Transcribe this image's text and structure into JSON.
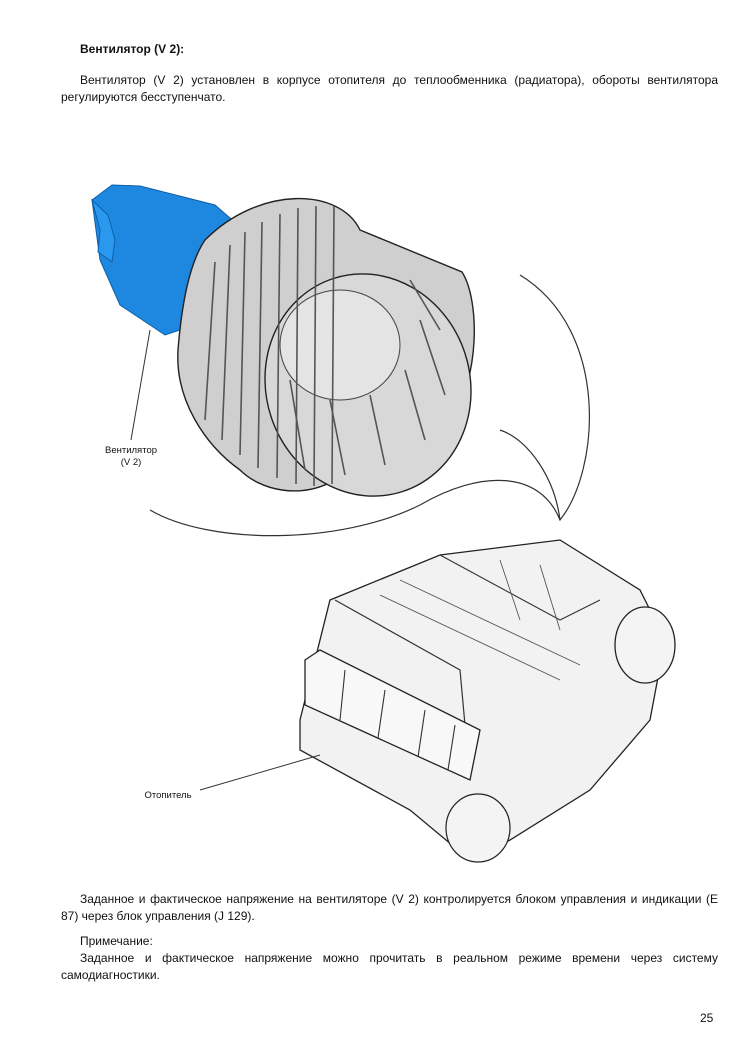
{
  "heading": "Вентилятор (V 2):",
  "intro": "Вентилятор (V 2) установлен в корпусе отопителя до теплообменника (радиатора), обороты вентилятора регулируются бесступенчато.",
  "figure": {
    "fan_label_line1": "Вентилятор",
    "fan_label_line2": "(V 2)",
    "heater_label": "Отопитель",
    "colors": {
      "motor": "#1e88e0",
      "fan_body": "#cfcfcf",
      "outline": "#222222"
    }
  },
  "voltage_text": "Заданное и фактическое напряжение на вентиляторе (V 2) контролируется блоком управления и индикации (E 87) через блок управления (J 129).",
  "note_label": "Примечание:",
  "note_text": "Заданное и фактическое напряжение можно прочитать в реальном режиме времени через систему самодиагностики.",
  "page_number": "25"
}
